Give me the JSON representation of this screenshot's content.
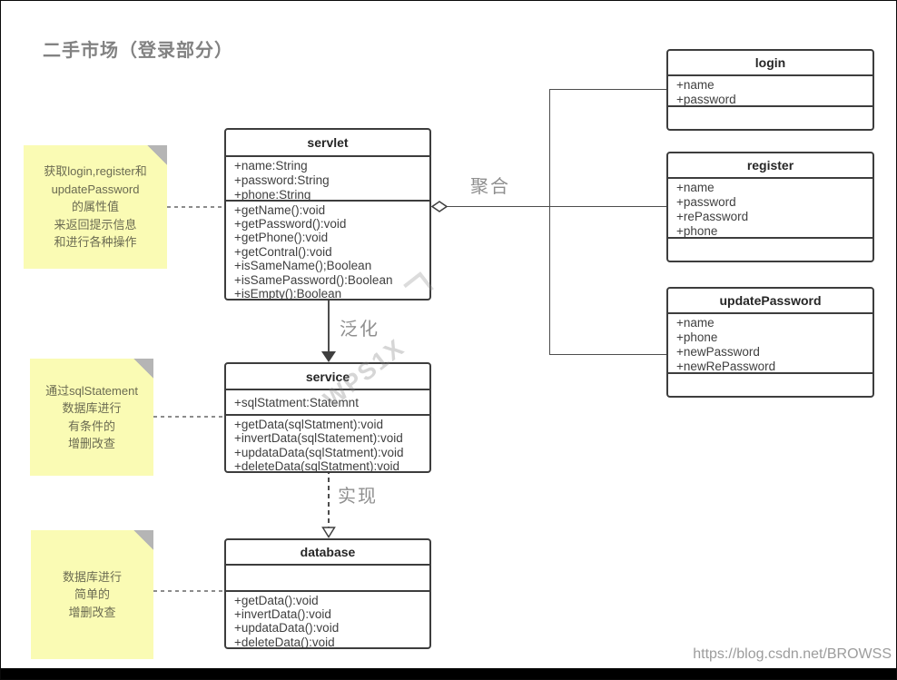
{
  "page": {
    "title": "二手市场（登录部分）",
    "url": "https://blog.csdn.net/BROWSS",
    "watermark": "WPS1X"
  },
  "relations": {
    "aggregation_label": "聚合",
    "generalization_label": "泛化",
    "realization_label": "实现"
  },
  "classes": [
    {
      "name": "servlet",
      "attributes": [
        "+name:String",
        "+password:String",
        "+phone:String"
      ],
      "methods": [
        "+getName():void",
        "+getPassword():void",
        "+getPhone():void",
        "+getContral():void",
        "+isSameName();Boolean",
        "+isSamePassword():Boolean",
        "+isEmpty():Boolean"
      ]
    },
    {
      "name": "service",
      "attributes": [
        "+sqlStatment:Statemnt"
      ],
      "methods": [
        "+getData(sqlStatment):void",
        "+invertData(sqlStatement):void",
        "+updataData(sqlStatment):void",
        "+deleteData(sqlStatment):void"
      ]
    },
    {
      "name": "database",
      "attributes": [],
      "methods": [
        "+getData():void",
        "+invertData():void",
        "+updataData():void",
        "+deleteData():void"
      ]
    },
    {
      "name": "login",
      "attributes": [
        "+name",
        "+password"
      ],
      "methods": []
    },
    {
      "name": "register",
      "attributes": [
        "+name",
        "+password",
        "+rePassword",
        "+phone"
      ],
      "methods": []
    },
    {
      "name": "updatePassword",
      "attributes": [
        "+name",
        "+phone",
        "+newPassword",
        "+newRePassword"
      ],
      "methods": []
    }
  ],
  "notes": [
    {
      "lines": [
        "获取login,register和",
        "updatePassword",
        "的属性值",
        "来返回提示信息",
        "和进行各种操作"
      ]
    },
    {
      "lines": [
        "通过sqlStatement",
        "数据库进行",
        "有条件的",
        "增删改查"
      ]
    },
    {
      "lines": [
        "数据库进行",
        "简单的",
        "增删改查"
      ]
    }
  ],
  "colors": {
    "note_fill": "#fafbb4",
    "note_fold": "#b5b5b5",
    "box_border": "#3d3d3d",
    "connector": "#4d4d4d",
    "relation_label": "#8f8f8f",
    "member_text": "#404040"
  }
}
